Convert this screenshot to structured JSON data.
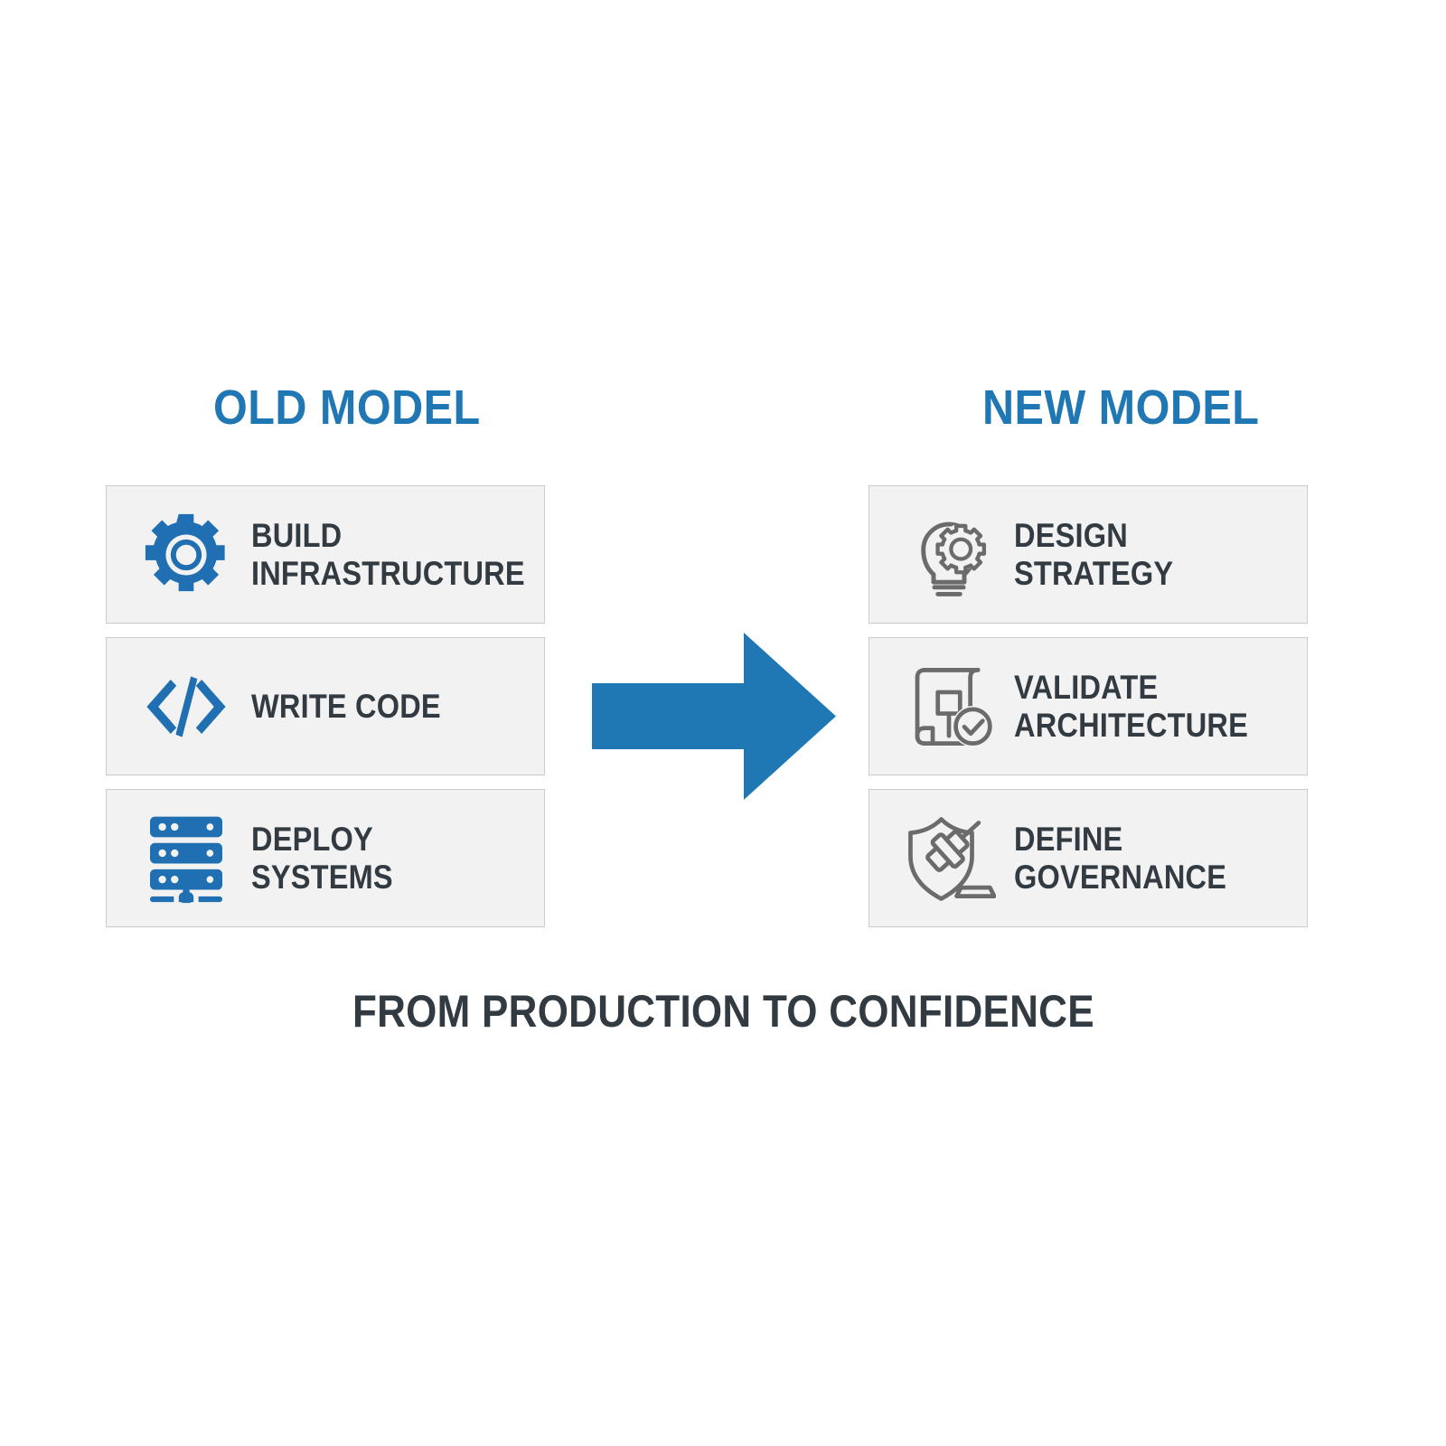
{
  "colors": {
    "accent_blue": "#1f78b4",
    "icon_blue": "#1f6fb2",
    "icon_gray": "#6b6b6b",
    "text_dark": "#333b42",
    "card_fill": "#f2f2f2",
    "card_border": "#cccccc",
    "background": "#ffffff"
  },
  "columns": {
    "old": {
      "heading": "OLD MODEL",
      "cards": [
        {
          "icon": "gear-icon",
          "label": "BUILD\nINFRASTRUCTURE",
          "icon_style": "solid-blue"
        },
        {
          "icon": "code-brackets-icon",
          "label": "WRITE CODE",
          "icon_style": "solid-blue"
        },
        {
          "icon": "server-stack-icon",
          "label": "DEPLOY SYSTEMS",
          "icon_style": "solid-blue"
        }
      ]
    },
    "new": {
      "heading": "NEW MODEL",
      "cards": [
        {
          "icon": "lightbulb-gear-icon",
          "label": "DESIGN\nSTRATEGY",
          "icon_style": "outline-gray"
        },
        {
          "icon": "blueprint-check-icon",
          "label": "VALIDATE\nARCHITECTURE",
          "icon_style": "outline-gray"
        },
        {
          "icon": "shield-gavel-icon",
          "label": "DEFINE\nGOVERNANCE",
          "icon_style": "outline-gray"
        }
      ]
    }
  },
  "arrow": {
    "icon": "right-arrow-icon",
    "direction": "right",
    "color": "#1f78b4"
  },
  "caption": "FROM PRODUCTION TO CONFIDENCE"
}
